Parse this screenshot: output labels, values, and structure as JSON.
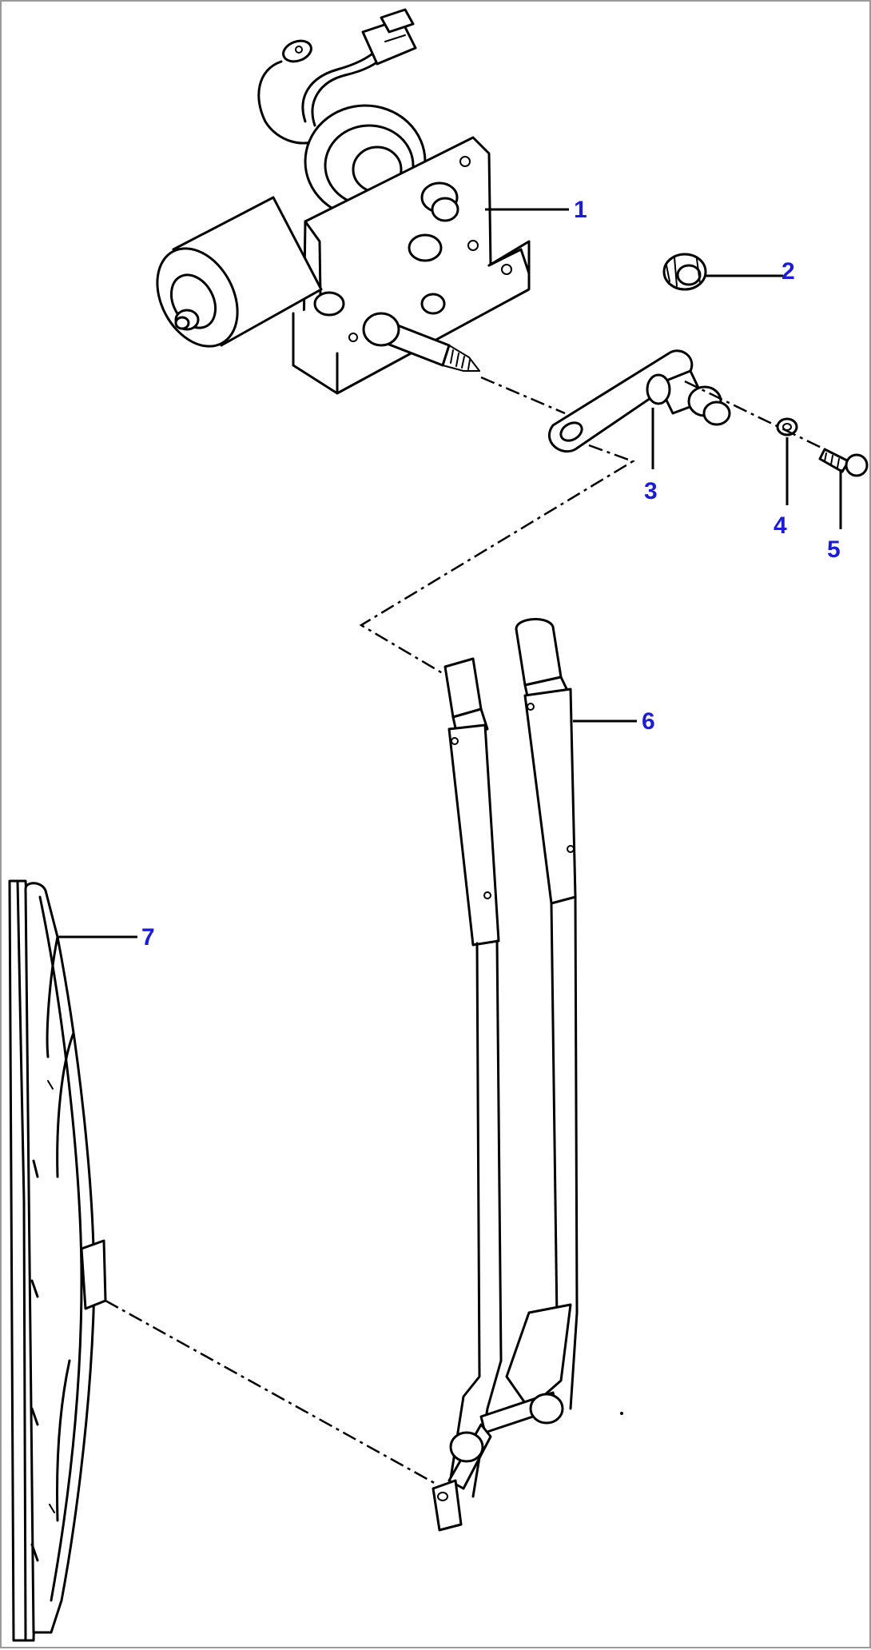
{
  "diagram": {
    "callouts": [
      {
        "id": "1",
        "label": "1"
      },
      {
        "id": "2",
        "label": "2"
      },
      {
        "id": "3",
        "label": "3"
      },
      {
        "id": "4",
        "label": "4"
      },
      {
        "id": "5",
        "label": "5"
      },
      {
        "id": "6",
        "label": "6"
      },
      {
        "id": "7",
        "label": "7"
      }
    ],
    "colors": {
      "callout_text": "#1c1cd8",
      "line_art": "#000000",
      "background": "#ffffff",
      "frame": "#9a9a9a"
    }
  }
}
